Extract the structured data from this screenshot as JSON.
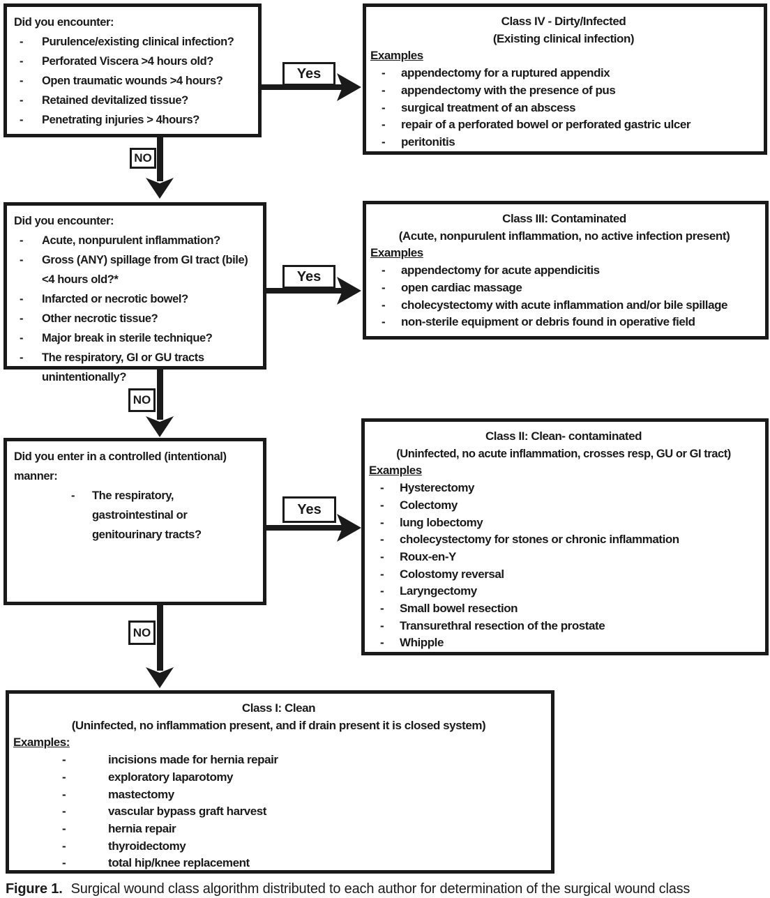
{
  "decision_boxes": [
    {
      "title": "Did you encounter:",
      "items": [
        "Purulence/existing clinical infection?",
        "Perforated Viscera >4 hours old?",
        "Open traumatic wounds >4 hours?",
        "Retained devitalized tissue?",
        "Penetrating injuries > 4hours?"
      ]
    },
    {
      "title": "Did you encounter:",
      "items": [
        "Acute, nonpurulent inflammation?",
        "Gross (ANY) spillage from GI tract (bile) <4 hours old?*",
        "Infarcted or necrotic bowel?",
        "Other necrotic tissue?",
        "Major break in sterile technique?",
        "The respiratory, GI or GU tracts unintentionally?"
      ]
    },
    {
      "title": "Did you enter in a controlled (intentional) manner:",
      "items": [
        "The respiratory, gastrointestinal or genitourinary tracts?"
      ]
    }
  ],
  "class_boxes": [
    {
      "title": "Class IV - Dirty/Infected",
      "subtitle": "(Existing clinical infection)",
      "examples_label": "Examples",
      "examples": [
        "appendectomy for a ruptured appendix",
        "appendectomy with the presence of pus",
        "surgical treatment of an abscess",
        "repair of a perforated bowel or perforated gastric ulcer",
        "peritonitis"
      ]
    },
    {
      "title": "Class III: Contaminated",
      "subtitle": "(Acute, nonpurulent inflammation, no active infection present)",
      "examples_label": "Examples",
      "examples": [
        "appendectomy for acute appendicitis",
        "open cardiac massage",
        "cholecystectomy with acute inflammation and/or bile spillage",
        "non-sterile equipment or debris found in operative field"
      ]
    },
    {
      "title": "Class II: Clean- contaminated",
      "subtitle": "(Uninfected, no acute inflammation, crosses resp, GU or GI tract)",
      "examples_label": "Examples",
      "examples": [
        "Hysterectomy",
        "Colectomy",
        "lung lobectomy",
        "cholecystectomy for stones or chronic inflammation",
        "Roux-en-Y",
        "Colostomy reversal",
        "Laryngectomy",
        "Small bowel resection",
        "Transurethral resection of the prostate",
        "Whipple"
      ]
    },
    {
      "title": "Class I: Clean",
      "subtitle": "(Uninfected, no inflammation present, and if drain present it is closed system)",
      "examples_label": "Examples:",
      "examples": [
        "incisions made for hernia repair",
        "exploratory laparotomy",
        "mastectomy",
        "vascular bypass graft harvest",
        "hernia repair",
        "thyroidectomy",
        "total hip/knee replacement"
      ]
    }
  ],
  "connectors": {
    "yes_labels": [
      "Yes",
      "Yes",
      "Yes"
    ],
    "no_labels": [
      "NO",
      "NO",
      "NO"
    ]
  },
  "caption": {
    "label": "Figure 1.",
    "text": "Surgical wound class algorithm distributed to each author for determination of the surgical wound class"
  },
  "colors": {
    "ink": "#1a1a1a",
    "background": "#ffffff"
  }
}
